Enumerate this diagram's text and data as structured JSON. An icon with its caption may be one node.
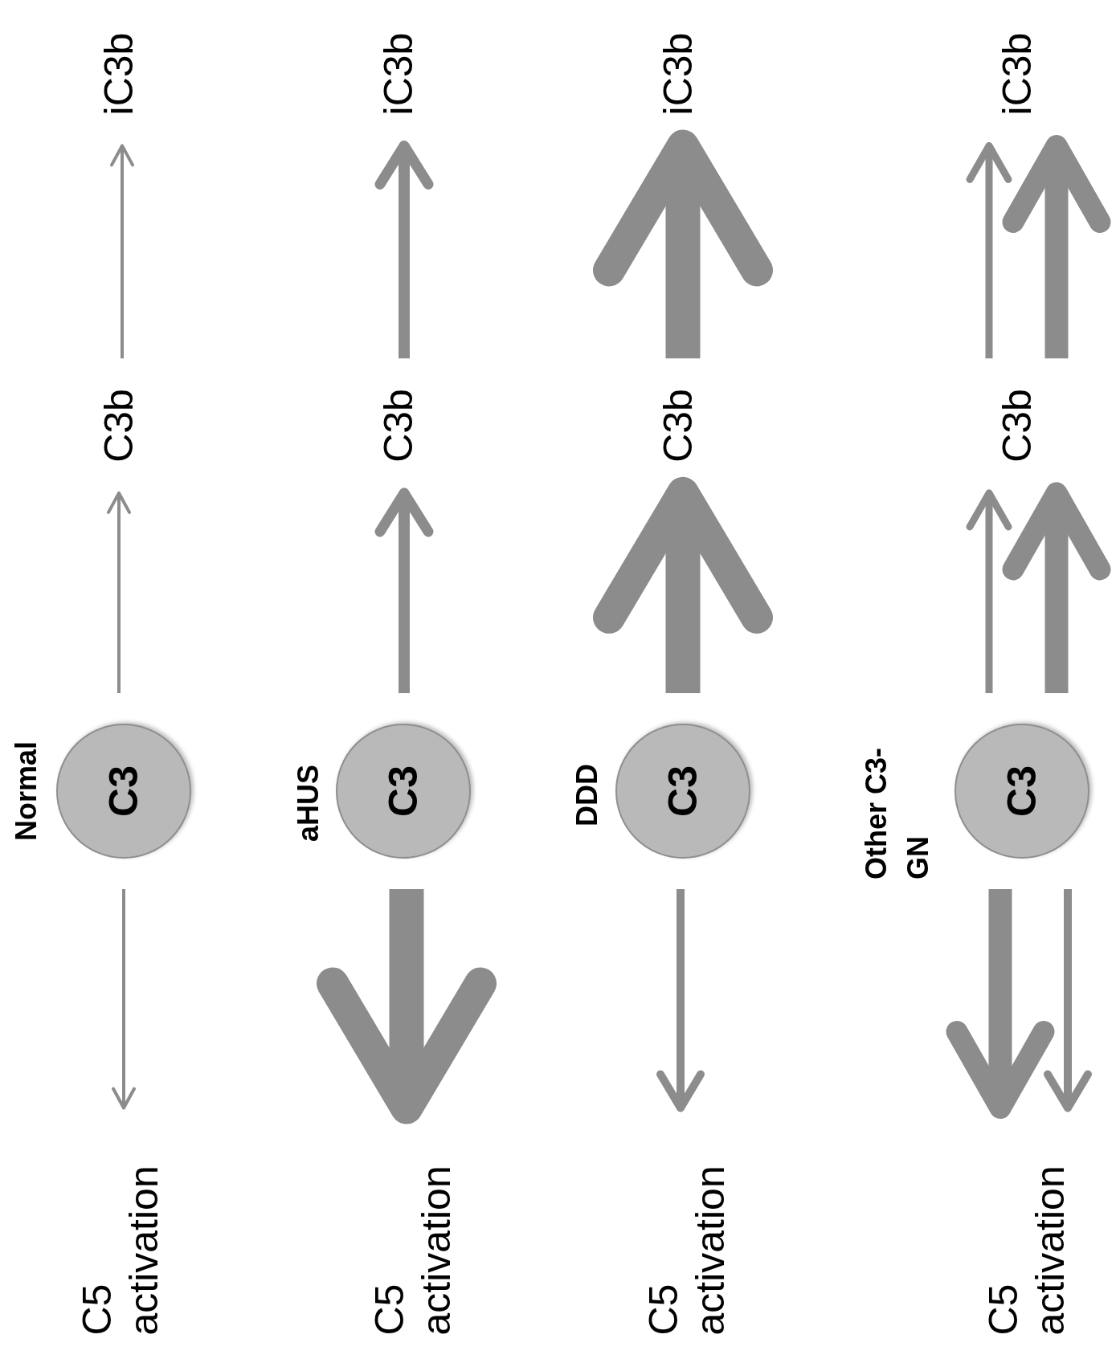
{
  "diagram": {
    "nodes": [
      {
        "text": [
          "C3"
        ],
        "beside": [
          "Normal"
        ]
      },
      {
        "text": [
          "C3b"
        ]
      },
      {
        "text": [
          "iC3b"
        ]
      },
      {
        "text": [
          "C5 activation"
        ]
      },
      {
        "text": [
          "C3"
        ],
        "beside": [
          "aHUS"
        ]
      },
      {
        "text": [
          "C3b"
        ]
      },
      {
        "text": [
          "iC3b"
        ]
      },
      {
        "text": [
          "C5 activation"
        ]
      },
      {
        "text": [
          "C3"
        ],
        "beside": [
          "DDD"
        ]
      },
      {
        "text": [
          "C3b"
        ]
      },
      {
        "text": [
          "iC3b"
        ]
      },
      {
        "text": [
          "C5 activation"
        ]
      },
      {
        "text": [
          "C3"
        ],
        "beside": [
          "Other C3-GN"
        ]
      },
      {
        "text": [
          "C3b"
        ]
      },
      {
        "text": [
          "iC3b"
        ]
      },
      {
        "text": [
          "C5 activation"
        ]
      }
    ],
    "edges": [
      {
        "from": 0,
        "to": 1,
        "arrow": "to"
      },
      {
        "from": 1,
        "to": 2,
        "arrow": "to"
      },
      {
        "from": 0,
        "to": 3,
        "arrow": "to"
      },
      {
        "from": 4,
        "to": 5,
        "arrow": "to"
      },
      {
        "from": 5,
        "to": 6,
        "arrow": "to"
      },
      {
        "from": 4,
        "to": 7,
        "arrow": "to",
        "style": "thick"
      },
      {
        "from": 8,
        "to": 9,
        "arrow": "to",
        "style": "thick"
      },
      {
        "from": 9,
        "to": 10,
        "arrow": "to",
        "style": "thick"
      },
      {
        "from": 8,
        "to": 11,
        "arrow": "to"
      },
      {
        "from": 12,
        "to": 13,
        "arrow": "to"
      },
      {
        "from": 12,
        "to": 13,
        "arrow": "to",
        "style": "thick"
      },
      {
        "from": 13,
        "to": 14,
        "arrow": "to"
      },
      {
        "from": 13,
        "to": 14,
        "arrow": "to",
        "style": "thick"
      },
      {
        "from": 12,
        "to": 15,
        "arrow": "to",
        "style": "thick"
      },
      {
        "from": 12,
        "to": 15,
        "arrow": "to"
      }
    ]
  }
}
